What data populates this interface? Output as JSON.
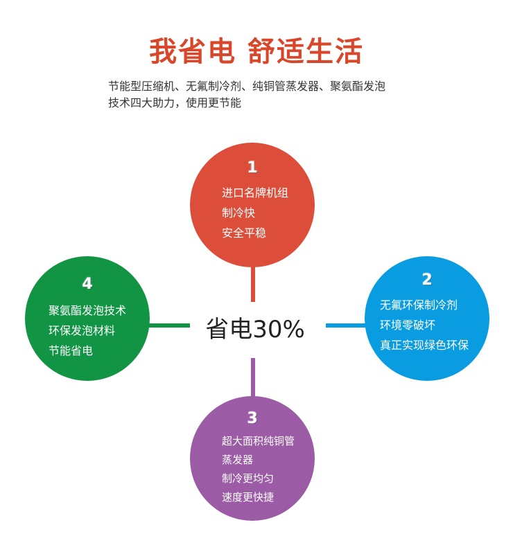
{
  "header": {
    "title_part1": "我省电",
    "title_part2": "舒适生活",
    "subtitle_line1": "节能型压缩机、无氟制冷剂、纯铜管蒸发器、聚氨酯发泡",
    "subtitle_line2": "技术四大助力，使用更节能"
  },
  "center": {
    "label": "省电30%"
  },
  "colors": {
    "title": "#d9472b",
    "node1": "#dc4e3a",
    "node2": "#0a9ce0",
    "node3": "#9b5ba5",
    "node4": "#119443"
  },
  "nodes": [
    {
      "number": "1",
      "lines": [
        "进口名牌机组",
        "制冷快",
        "安全平稳"
      ]
    },
    {
      "number": "2",
      "lines": [
        "无氟环保制冷剂",
        "环境零破坏",
        "真正实现绿色环保"
      ]
    },
    {
      "number": "3",
      "lines": [
        "超大面积纯铜管",
        "蒸发器",
        "制冷更均匀",
        "速度更快捷"
      ]
    },
    {
      "number": "4",
      "lines": [
        "聚氨酯发泡技术",
        "环保发泡材料",
        "节能省电"
      ]
    }
  ]
}
